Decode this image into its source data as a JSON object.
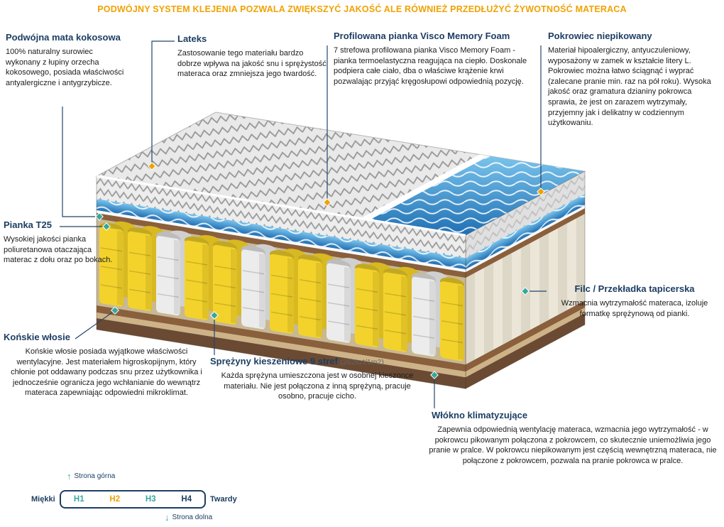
{
  "banner": {
    "text": "PODWÓJNY SYSTEM KLEJENIA POZWALA ZWIĘKSZYĆ JAKOŚĆ ALE RÓWNIEŻ PRZEDŁUŻYĆ ŻYWOTNOŚĆ MATERACA"
  },
  "sections": {
    "podwojna_mata": {
      "heading": "Podwójna mata kokosowa",
      "body": "100% naturalny surowiec wykonany z łupiny orzecha kokosowego, posiada właściwości antyalergiczne i antygrzybicze."
    },
    "lateks": {
      "heading": "Lateks",
      "body": "Zastosowanie tego materiału bardzo dobrze wpływa na jakość snu i sprężystość materaca oraz zmniejsza jego twardość."
    },
    "visco": {
      "heading": "Profilowana pianka Visco Memory Foam",
      "body": "7 strefowa profilowana pianka Visco Memory Foam - pianka termoelastyczna reagująca na ciepło. Doskonale podpiera całe ciało, dba o właściwe krążenie krwi pozwalając przyjąć kręgosłupowi odpowiednią pozycję."
    },
    "pokrowiec": {
      "heading": "Pokrowiec niepikowany",
      "body": "Materiał hipoalergiczny, antyuczuleniowy, wyposażony w zamek w kształcie litery L. Pokrowiec można łatwo ściągnąć i wyprać (zalecane pranie min. raz na pół roku). Wysoka jakość oraz gramatura dzianiny pokrowca sprawia, że jest on zarazem wytrzymały, przyjemny jak i delikatny w codziennym użytkowaniu."
    },
    "pianka_t25": {
      "heading": "Pianka T25",
      "body": "Wysokiej jakości pianka poliuretanowa otaczająca materac z dołu oraz po bokach."
    },
    "filc": {
      "heading": "Filc / Przekładka tapicerska",
      "body": "Wzmacnia wytrzymałość materaca, izoluje formatkę sprężynową od pianki."
    },
    "konskie_wlosie": {
      "heading": "Końskie włosie",
      "body": "Końskie włosie posiada wyjątkowe właściwości wentylacyjne. Jest materiałem higroskopijnym, który chłonie pot oddawany podczas snu przez użytkownika i jednocześnie ogranicza jego wchłanianie do wewnątrz materaca zapewniając odpowiedni mikroklimat."
    },
    "sprezyny": {
      "heading": "Sprężyny kieszeniowe 9 stref",
      "note": "(262szt/1m2)",
      "body": "Każda sprężyna umieszczona jest w osobnej kieszonce materiału. Nie jest połączona z inną sprężyną, pracuje osobno, pracuje cicho."
    },
    "wlokno": {
      "heading": "Włókno klimatyzujące",
      "body": "Zapewnia odpowiednią wentylację materaca, wzmacnia jego wytrzymałość - w pokrowcu pikowanym połączona z pokrowcem, co skutecznie uniemożliwia jego pranie w pralce. W pokrowcu niepikowanym jest częścią wewnętrzną materaca, nie połączone z pokrowcem, pozwala na pranie pokrowca w pralce."
    }
  },
  "hardness_scale": {
    "top_label": "Strona górna",
    "bottom_label": "Strona dolna",
    "soft_label": "Miękki",
    "hard_label": "Twardy",
    "levels": [
      {
        "label": "H1",
        "color": "#35a79c"
      },
      {
        "label": "H2",
        "color": "#f0a202"
      },
      {
        "label": "H3",
        "color": "#35a79c"
      },
      {
        "label": "H4",
        "color": "#1d3e63"
      }
    ]
  },
  "icons": {
    "arrow_up": "↑",
    "arrow_down": "↓"
  },
  "colors": {
    "heading_navy": "#1d3e63",
    "banner_orange": "#f0a202",
    "marker_orange": "#f0a202",
    "marker_teal": "#35a79c",
    "spring_yellow": "#f3d32b",
    "layer_blue": "#2f86c6",
    "coco_brown": "#8a5f3c"
  }
}
